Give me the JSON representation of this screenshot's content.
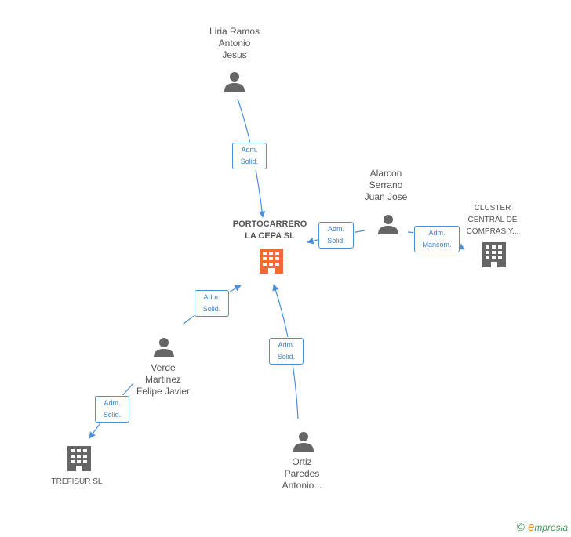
{
  "nodes": {
    "center": {
      "lines": [
        "PORTOCARRERO",
        "LA CEPA SL"
      ],
      "icon": "building-icon",
      "color": "#f26a3a"
    },
    "liria": {
      "lines": [
        "Liria Ramos",
        "Antonio",
        "Jesus"
      ],
      "icon": "person-icon"
    },
    "alarcon": {
      "lines": [
        "Alarcon",
        "Serrano",
        "Juan Jose"
      ],
      "icon": "person-icon"
    },
    "cluster": {
      "lines": [
        "CLUSTER",
        "CENTRAL DE",
        "COMPRAS Y..."
      ],
      "icon": "building-icon"
    },
    "verde": {
      "lines": [
        "Verde",
        "Martinez",
        "Felipe Javier"
      ],
      "icon": "person-icon"
    },
    "trefisur": {
      "lines": [
        "TREFISUR SL"
      ],
      "icon": "building-icon"
    },
    "ortiz": {
      "lines": [
        "Ortiz",
        "Paredes",
        "Antonio..."
      ],
      "icon": "person-icon"
    }
  },
  "edges": {
    "liria_center": {
      "line1": "Adm.",
      "line2": "Solid."
    },
    "alarcon_center": {
      "line1": "Adm.",
      "line2": "Solid."
    },
    "alarcon_cluster": {
      "line1": "Adm.",
      "line2": "Mancom."
    },
    "verde_center": {
      "line1": "Adm.",
      "line2": "Solid."
    },
    "verde_trefisur": {
      "line1": "Adm.",
      "line2": "Solid."
    },
    "ortiz_center": {
      "line1": "Adm.",
      "line2": "Solid."
    }
  },
  "colors": {
    "edge": "#4a8fd9",
    "icon": "#666666",
    "main": "#f26a3a"
  },
  "footer": {
    "copyright": "©",
    "brand_e": "e",
    "brand_rest": "mpresia"
  }
}
